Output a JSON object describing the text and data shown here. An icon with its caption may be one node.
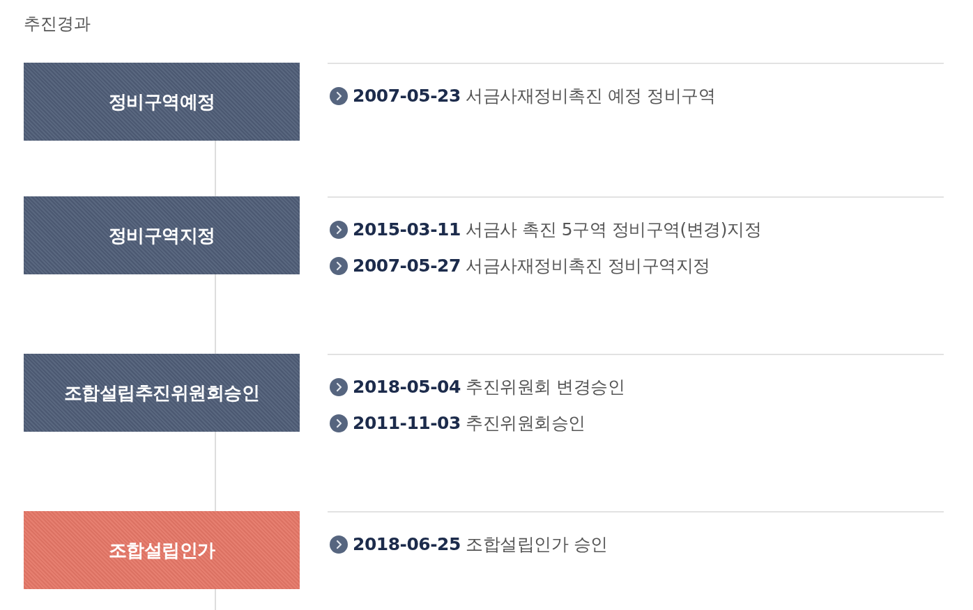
{
  "diagram": {
    "title": "추진경과",
    "nodes": [
      {
        "text": [
          "정비구역예정"
        ],
        "beside": [
          "**2007-05-23** 서금사재정비촉진 예정 정비구역"
        ]
      },
      {
        "text": [
          "정비구역지정"
        ],
        "beside": [
          "**2015-03-11** 서금사 촉진 5구역 정비구역(변경)지정",
          "**2007-05-27** 서금사재정비촉진 정비구역지정"
        ]
      },
      {
        "text": [
          "조합설립추진위원회승인"
        ],
        "beside": [
          "**2018-05-04** 추진위원회 변경승인",
          "**2011-11-03** 추진위원회승인"
        ]
      },
      {
        "text": [
          "조합설립인가"
        ],
        "beside": [
          "**2018-06-25** 조합설립인가 승인"
        ]
      }
    ],
    "edges": [
      {
        "from": 0,
        "to": 1,
        "arrow": "none"
      },
      {
        "from": 1,
        "to": 2,
        "arrow": "none"
      },
      {
        "from": 2,
        "to": 3,
        "arrow": "none"
      },
      {
        "from": 3,
        "to": null,
        "arrow": "none"
      }
    ]
  }
}
